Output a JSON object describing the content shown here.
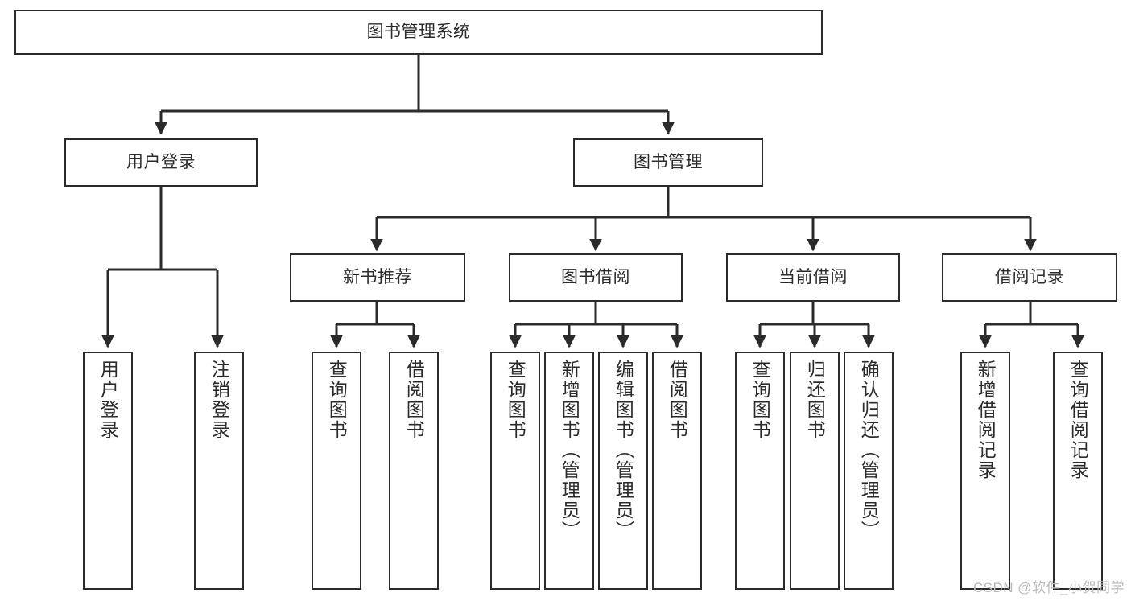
{
  "diagram": {
    "title": "图书管理系统",
    "type": "tree-hierarchy-chart",
    "background_color": "#ffffff",
    "line_color": "#2b2b2b",
    "text_color": "#2b2b2b"
  },
  "nodes": {
    "root": {
      "label": "图书管理系统"
    },
    "level2": [
      {
        "id": "user-login",
        "label": "用户登录"
      },
      {
        "id": "book-management",
        "label": "图书管理"
      }
    ],
    "level3": [
      {
        "id": "new-book-recommend",
        "label": "新书推荐"
      },
      {
        "id": "book-borrow",
        "label": "图书借阅"
      },
      {
        "id": "current-borrow",
        "label": "当前借阅"
      },
      {
        "id": "borrow-record",
        "label": "借阅记录"
      }
    ],
    "leaves": {
      "user_login": [
        {
          "id": "leaf-user-login",
          "label": "用户登录"
        },
        {
          "id": "leaf-logout-login",
          "label": "注销登录"
        }
      ],
      "new_book_recommend": [
        {
          "id": "leaf-query-book-1",
          "label": "查询图书"
        },
        {
          "id": "leaf-borrow-book-1",
          "label": "借阅图书"
        }
      ],
      "book_borrow": [
        {
          "id": "leaf-query-book-2",
          "label": "查询图书"
        },
        {
          "id": "leaf-add-book",
          "label": "新增图书（管理员）"
        },
        {
          "id": "leaf-edit-book",
          "label": "编辑图书（管理员）"
        },
        {
          "id": "leaf-borrow-book-2",
          "label": "借阅图书"
        }
      ],
      "current_borrow": [
        {
          "id": "leaf-query-book-3",
          "label": "查询图书"
        },
        {
          "id": "leaf-return-book",
          "label": "归还图书"
        },
        {
          "id": "leaf-confirm-return",
          "label": "确认归还（管理员）"
        }
      ],
      "borrow_record": [
        {
          "id": "leaf-add-record",
          "label": "新增借阅记录"
        },
        {
          "id": "leaf-query-record",
          "label": "查询借阅记录"
        }
      ]
    }
  },
  "watermark": {
    "text": "CSDN @软件_小贺同学"
  }
}
